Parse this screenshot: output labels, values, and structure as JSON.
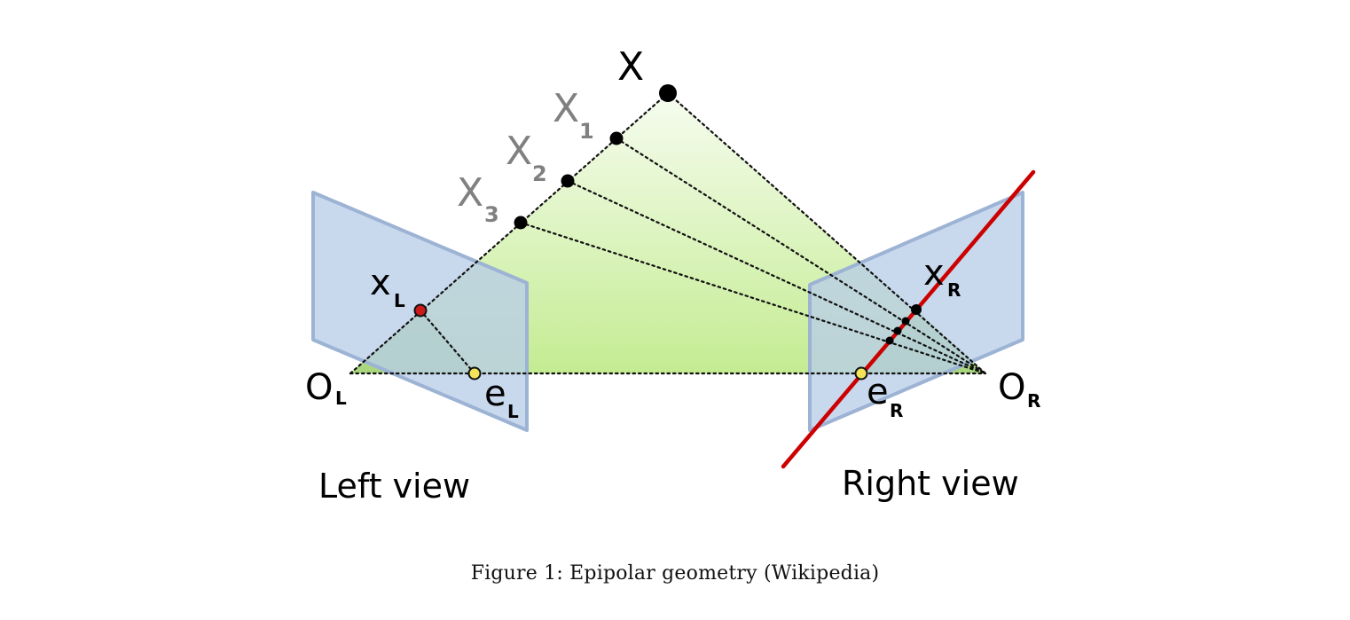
{
  "points": {
    "X": "X",
    "X1": "X",
    "X1_sub": "1",
    "X2": "X",
    "X2_sub": "2",
    "X3": "X",
    "X3_sub": "3",
    "xL": "x",
    "xL_sub": "L",
    "xR": "x",
    "xR_sub": "R",
    "OL": "O",
    "OL_sub": "L",
    "OR": "O",
    "OR_sub": "R",
    "eL": "e",
    "eL_sub": "L",
    "eR": "e",
    "eR_sub": "R"
  },
  "views": {
    "left": "Left view",
    "right": "Right view"
  },
  "caption": "Figure 1: Epipolar geometry (Wikipedia)",
  "colors": {
    "image_plane": "#b8cde8",
    "image_plane_border": "#9cb3d4",
    "green_light": "#f6fcef",
    "green_dark": "#c4ec92",
    "epipolar_line": "#cc0000",
    "image_point_red": "#cc1a1a",
    "epipole_yellow": "#f2e35a",
    "gray_label": "#808080"
  }
}
